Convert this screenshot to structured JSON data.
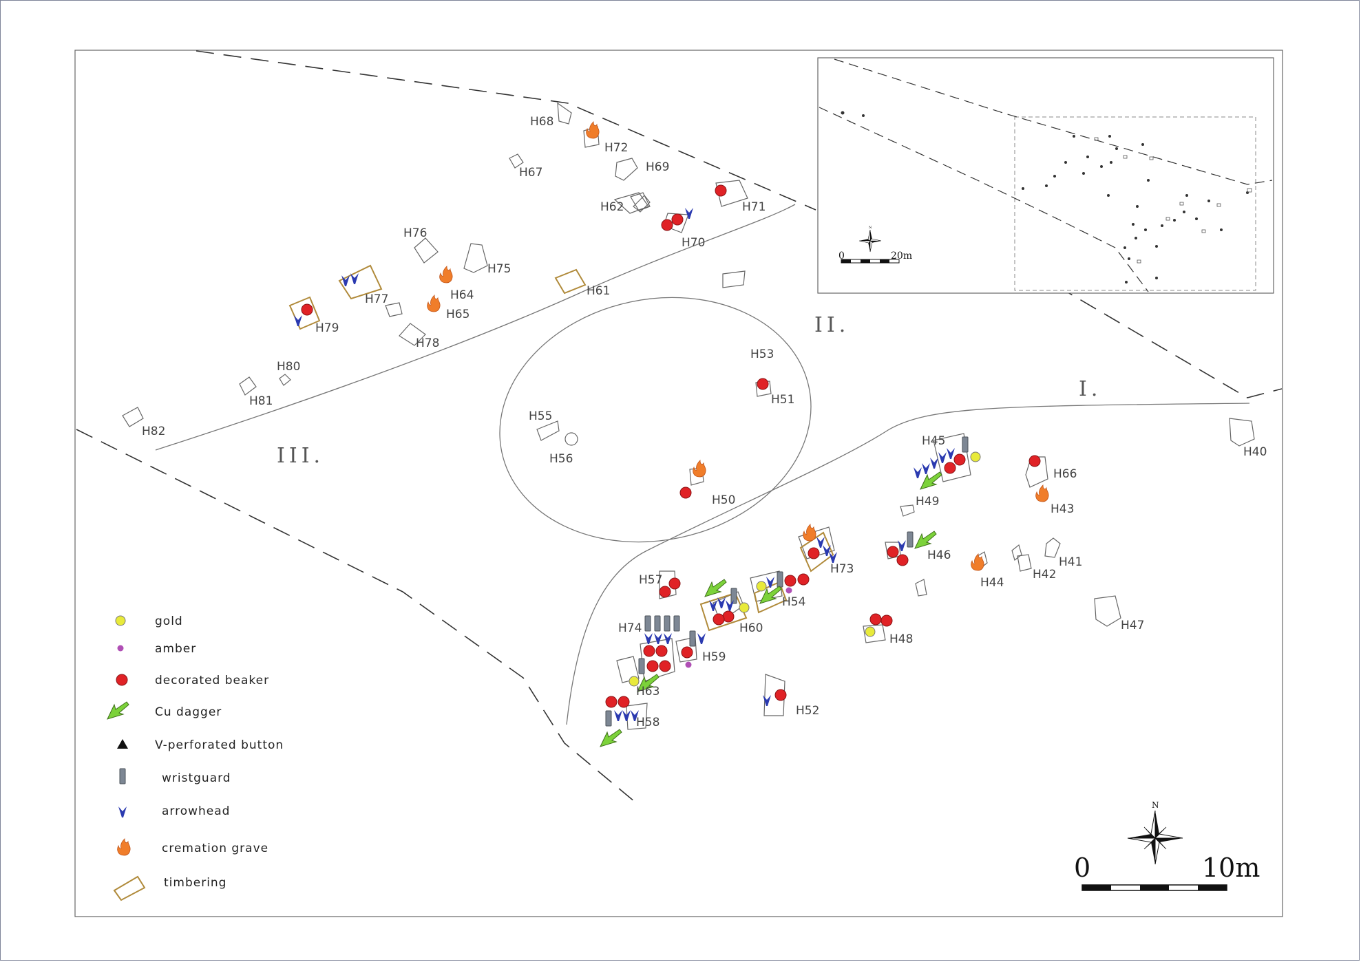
{
  "zones": [
    "I.",
    "II.",
    "III."
  ],
  "graves": [
    "H40",
    "H41",
    "H42",
    "H43",
    "H44",
    "H45",
    "H46",
    "H47",
    "H48",
    "H49",
    "H50",
    "H51",
    "H52",
    "H53",
    "H54",
    "H55",
    "H56",
    "H57",
    "H58",
    "H59",
    "H60",
    "H61",
    "H62",
    "H63",
    "H64",
    "H65",
    "H66",
    "H67",
    "H68",
    "H69",
    "H70",
    "H71",
    "H72",
    "H73",
    "H74",
    "H75",
    "H76",
    "H77",
    "H78",
    "H79",
    "H80",
    "H81",
    "H82"
  ],
  "legend": [
    {
      "symbol": "gold",
      "label": "gold",
      "color": "#e8ea3a"
    },
    {
      "symbol": "amber",
      "label": "amber",
      "color": "#b04fb5"
    },
    {
      "symbol": "beaker",
      "label": "decorated beaker",
      "color": "#e02226"
    },
    {
      "symbol": "dagger",
      "label": "Cu dagger",
      "color": "#7cd23a"
    },
    {
      "symbol": "button",
      "label": "V-perforated button",
      "color": "#111111"
    },
    {
      "symbol": "wristguard",
      "label": "wristguard",
      "color": "#7d8794"
    },
    {
      "symbol": "arrowhead",
      "label": "arrowhead",
      "color": "#2b3ab0"
    },
    {
      "symbol": "cremation",
      "label": "cremation grave",
      "color": "#f07d2a"
    },
    {
      "symbol": "timbering",
      "label": "timbering",
      "color": "#b08a3a"
    }
  ],
  "scale": {
    "start": "0",
    "end": "10m"
  },
  "north_label": "N",
  "inset": {
    "scale_start": "0",
    "scale_end": "20m",
    "north_label": "N"
  },
  "icons": [
    "north-arrow-icon",
    "scale-bar-icon"
  ]
}
